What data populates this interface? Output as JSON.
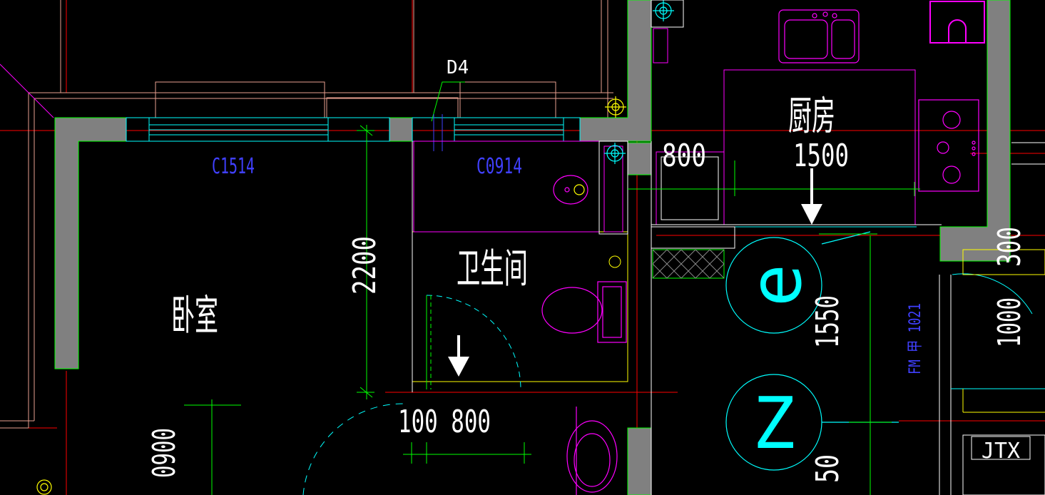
{
  "drawing": {
    "rooms": {
      "bedroom": "卧室",
      "bathroom": "卫生间",
      "kitchen": "厨房"
    },
    "windows": {
      "w1": "C1514",
      "w2": "C0914"
    },
    "door_fire": "FM 甲 1021",
    "marker_d4": "D4",
    "jtx": "JTX",
    "axis_e": "e",
    "axis_z": "Z",
    "dims": {
      "d800_top": "800",
      "d1500": "1500",
      "d2200": "2200",
      "d100_800": "100 800",
      "d1550": "1550",
      "d1000": "1000",
      "d300": "300",
      "d900": "0900",
      "d50": "50"
    },
    "colors": {
      "background": "#000000",
      "wall_fill": "#808080",
      "wall_edge": "#00ff00",
      "axis_line": "#ff0000",
      "fixture": "#ff00ff",
      "window": "#00ffff",
      "label_blue": "#4040ff",
      "frame_yellow": "#ffff00",
      "text": "#ffffff"
    }
  }
}
